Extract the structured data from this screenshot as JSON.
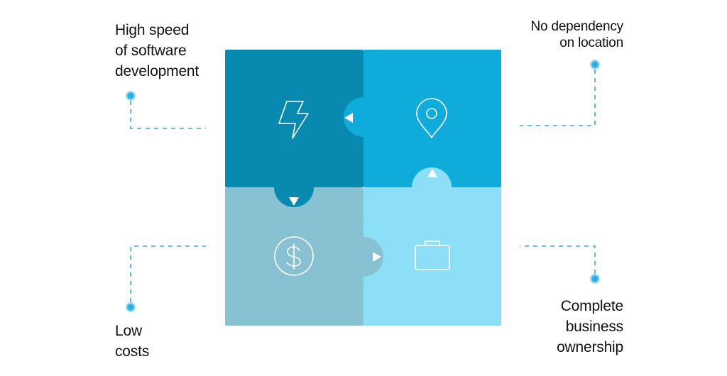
{
  "labels": {
    "top_left": "High speed\nof software\ndevelopment",
    "top_right": "No dependency\non location",
    "bottom_left": "Low\ncosts",
    "bottom_right": "Complete\nbusiness\nownership"
  },
  "tiles": {
    "top_left": {
      "color": "#0889b0",
      "icon": "lightning-icon"
    },
    "top_right": {
      "color": "#0eabdb",
      "icon": "location-pin-icon"
    },
    "bottom_left": {
      "color": "#88c1d2",
      "icon": "dollar-icon"
    },
    "bottom_right": {
      "color": "#8ddff7",
      "icon": "briefcase-icon"
    }
  },
  "colors": {
    "dot": "#1aa9e0",
    "connector": "#3aa9d6",
    "icon_stroke": "#ffffff"
  }
}
